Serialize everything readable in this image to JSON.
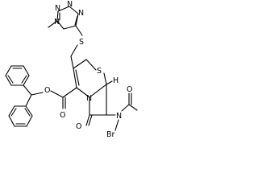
{
  "molecule": {
    "atom_labels": {
      "tetrazole_n1": "N",
      "tetrazole_n2": "N",
      "tetrazole_n3": "N",
      "tetrazole_n4": "N",
      "thioether_s": "S",
      "ring_s": "S",
      "ester_o": "O",
      "carbonyl_o_ester": "O",
      "beta_lactam_n": "N",
      "beta_lactam_o": "O",
      "amide_n": "N",
      "amide_o": "O",
      "bromine": "Br",
      "stereo_h": "H"
    }
  }
}
